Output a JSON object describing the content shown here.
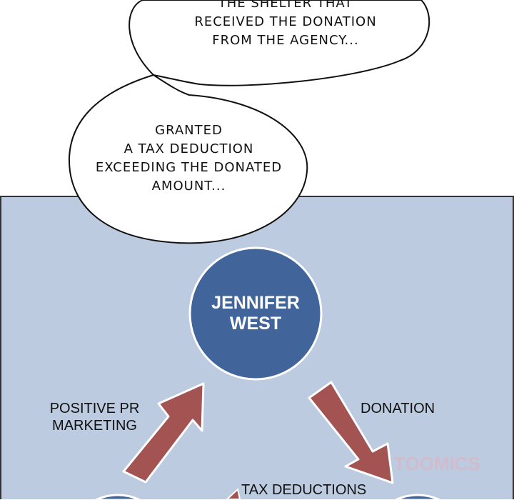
{
  "bubbles": [
    {
      "lines": [
        "THE SHELTER THAT",
        "RECEIVED THE DONATION",
        "FROM THE AGENCY..."
      ]
    },
    {
      "lines": [
        "GRANTED",
        "A TAX DEDUCTION",
        "EXCEEDING THE DONATED",
        "AMOUNT..."
      ]
    }
  ],
  "diagram": {
    "center_node": [
      "JENNIFER",
      "WEST"
    ],
    "labels": {
      "left_arrow": [
        "POSITIVE PR",
        "MARKETING"
      ],
      "right_arrow": "DONATION",
      "bottom_arrow": "TAX DEDUCTIONS"
    }
  },
  "watermark": "TOOMICS",
  "colors": {
    "panel": "#bccbe0",
    "node": "#41649b",
    "arrow": "#a25352"
  }
}
